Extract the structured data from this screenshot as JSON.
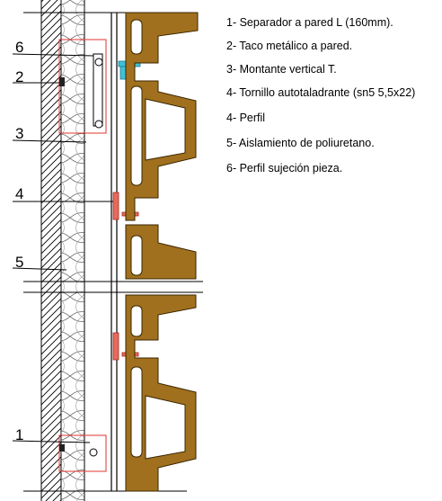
{
  "callouts": [
    "6",
    "2",
    "3",
    "4",
    "5",
    "1"
  ],
  "legend": [
    "1- Separador a pared L (160mm).",
    "2- Taco metálico a pared.",
    "3- Montante vertical T.",
    "4- Tornillo autotaladrante (sn5 5,5x22)",
    "4- Perfil",
    "5- Aislamiento de poliuretano.",
    "6- Perfil sujeción pieza."
  ],
  "colors": {
    "ceramic_piece": "#a0701e",
    "ceramic_outline": "#3a2600",
    "bracket_outline": "#e0342c",
    "insulation_fill": "#ffffff",
    "wall_hatch": "#000000",
    "montante_cyan": "#40c0d8"
  }
}
